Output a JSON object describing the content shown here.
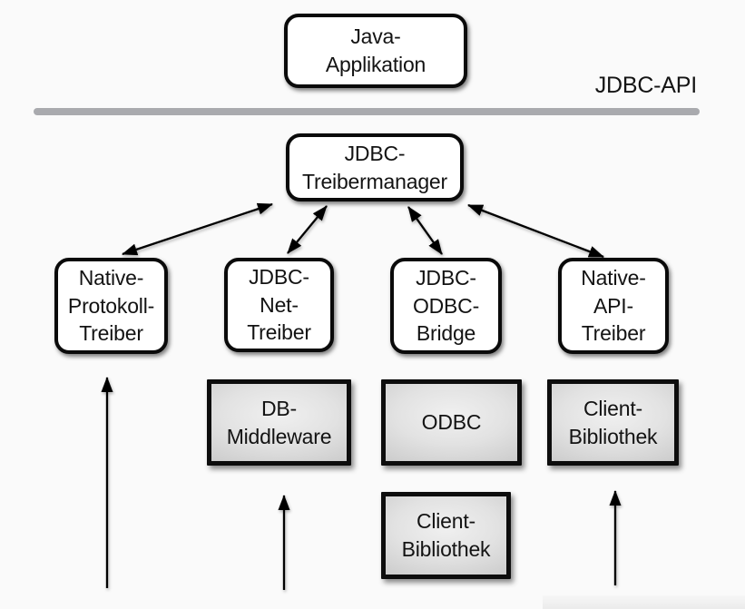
{
  "api_label": "JDBC-API",
  "nodes": {
    "java_application": "Java-\nApplikation",
    "treibermanager": "JDBC-\nTreibermanager",
    "native_protokoll_treiber": "Native-\nProtokoll-\nTreiber",
    "jdbc_net_treiber": "JDBC-\nNet-\nTreiber",
    "jdbc_odbc_bridge": "JDBC-\nODBC-\nBridge",
    "native_api_treiber": "Native-\nAPI-\nTreiber",
    "db_middleware": "DB-\nMiddleware",
    "odbc": "ODBC",
    "client_bibliothek_odbc": "Client-\nBibliothek",
    "client_bibliothek_native": "Client-\nBibliothek"
  },
  "colors": {
    "background": "#fafafa",
    "divider_line": "#a9aaae",
    "box_border": "#0a0a0a",
    "white_box_fill": "#ffffff",
    "gray_box_fill_center": "#efefef",
    "gray_box_fill_edge": "#c6c6c6",
    "arrow": "#000000",
    "text": "#131313"
  }
}
